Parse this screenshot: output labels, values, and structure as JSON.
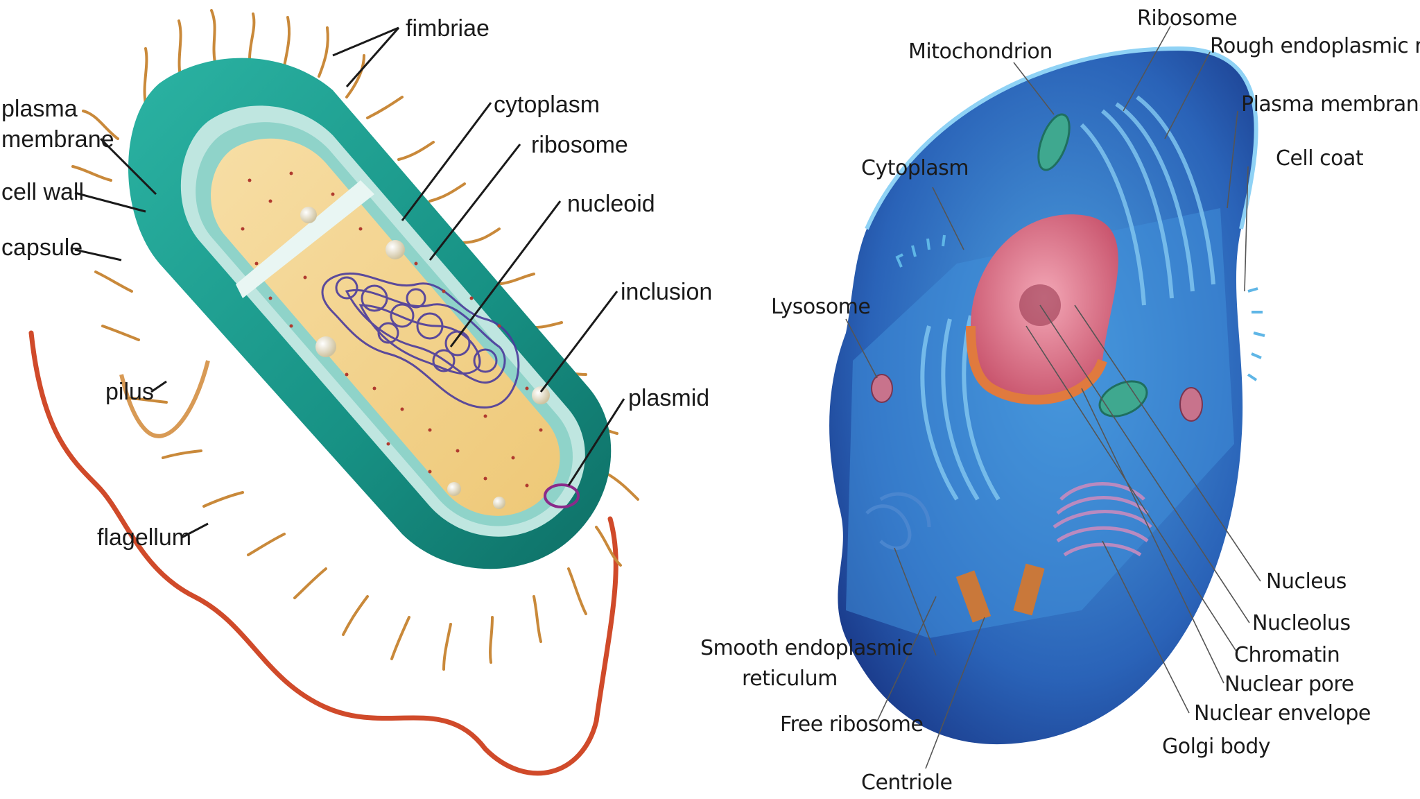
{
  "prokaryote": {
    "labels": {
      "fimbriae": "fimbriae",
      "plasma_membrane_1": "plasma",
      "plasma_membrane_2": "membrane",
      "cell_wall": "cell wall",
      "capsule": "capsule",
      "pilus": "pilus",
      "flagellum": "flagellum",
      "cytoplasm": "cytoplasm",
      "ribosome": "ribosome",
      "nucleoid": "nucleoid",
      "inclusion": "inclusion",
      "plasmid": "plasmid"
    },
    "colors": {
      "capsule_teal": "#1f9e8f",
      "cytoplasm": "#f4d48e",
      "nucleoid": "#4b3b9c",
      "flagellum": "#d04a2a",
      "fimbriae": "#c9893a"
    }
  },
  "eukaryote": {
    "labels": {
      "ribosome": "Ribosome",
      "mitochondrion": "Mitochondrion",
      "rough_er": "Rough endoplasmic reticulum",
      "plasma_membrane": "Plasma membrane",
      "cell_coat": "Cell coat",
      "cytoplasm": "Cytoplasm",
      "lysosome": "Lysosome",
      "nucleus": "Nucleus",
      "nucleolus": "Nucleolus",
      "chromatin": "Chromatin",
      "nuclear_pore": "Nuclear pore",
      "nuclear_envelope": "Nuclear envelope",
      "golgi_body": "Golgi body",
      "smooth_er_1": "Smooth endoplasmic",
      "smooth_er_2": "reticulum",
      "free_ribosome": "Free ribosome",
      "centriole": "Centriole"
    },
    "colors": {
      "cell_body": "#2f6fc4",
      "cell_dark": "#1c3f8f",
      "nucleus": "#d7647a",
      "membrane_light": "#5fb6e6"
    }
  }
}
